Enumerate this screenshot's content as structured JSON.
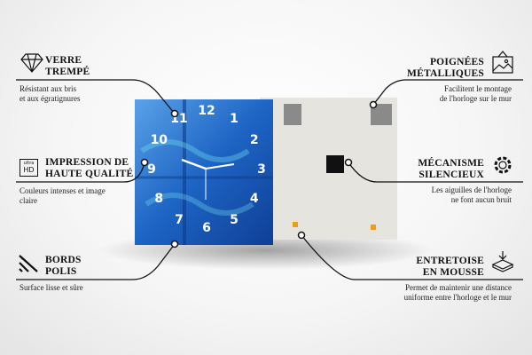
{
  "features": {
    "glass": {
      "title1": "VERRE",
      "title2": "TREMPÉ",
      "desc1": "Résistant aux bris",
      "desc2": "et aux égratignures",
      "icon": "diamond-icon"
    },
    "print": {
      "title1": "IMPRESSION DE",
      "title2": "HAUTE QUALITÉ",
      "desc1": "Couleurs intenses et image",
      "desc2": "claire",
      "icon": "ultra-hd-icon",
      "icon_text1": "ultra",
      "icon_text2": "HD"
    },
    "edges": {
      "title1": "BORDS",
      "title2": "POLIS",
      "desc1": "Surface lisse et sûre",
      "icon": "polished-edges-icon"
    },
    "handles": {
      "title1": "POIGNÉES",
      "title2": "MÉTALLIQUES",
      "desc1": "Facilitent le montage",
      "desc2": "de l'horloge sur le mur",
      "icon": "hanging-picture-icon"
    },
    "mechanism": {
      "title1": "MÉCANISME",
      "title2": "SILENCIEUX",
      "desc1": "Les aiguilles de l'horloge",
      "desc2": "ne font aucun bruit",
      "icon": "gear-icon"
    },
    "spacer": {
      "title1": "ENTRETOISE",
      "title2": "EN MOUSSE",
      "desc1": "Permet de maintenir une distance",
      "desc2": "uniforme entre l'horloge et le mur",
      "icon": "foam-spacer-icon"
    }
  },
  "clock": {
    "numbers": [
      "12",
      "1",
      "2",
      "3",
      "4",
      "5",
      "6",
      "7",
      "8",
      "9",
      "10",
      "11"
    ],
    "face_color": "#2a6fc9",
    "back_color": "#e6e4df",
    "accent": "#f29a1c"
  }
}
